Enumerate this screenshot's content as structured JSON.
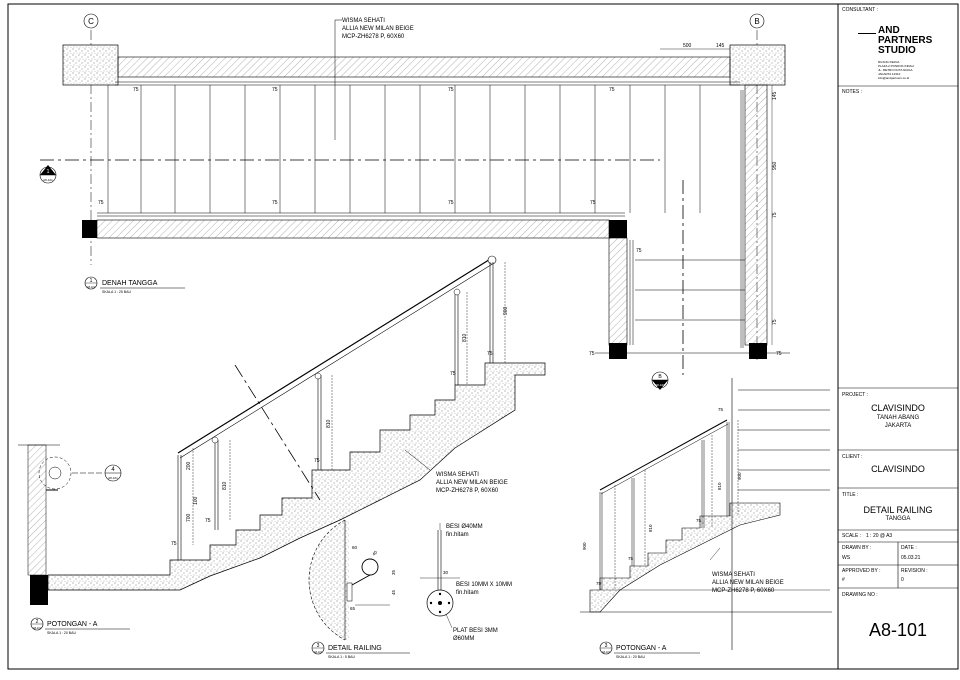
{
  "consultant": {
    "label": "CONSULTANT :",
    "logo_line1": "AND",
    "logo_line2": "PARTNERS",
    "logo_line3": "STUDIO",
    "address": [
      "RUANG KERJA",
      "PLAZA 2 PONDOK INDAH",
      "JL. METRO DUTA NIAGA",
      "JAKARTA 12310",
      "info@andpartners.co.id"
    ]
  },
  "notes_label": "NOTES :",
  "project": {
    "label": "PROJECT :",
    "name": "CLAVISINDO",
    "line2": "TANAH ABANG",
    "line3": "JAKARTA"
  },
  "client": {
    "label": "CLIENT :",
    "name": "CLAVISINDO"
  },
  "title": {
    "label": "TITLE :",
    "main": "DETAIL RAILING",
    "sub": "TANGGA"
  },
  "scale": {
    "label": "SCALE :",
    "value": "1 : 20 @ A3"
  },
  "drawn_by": {
    "label": "DRAWN BY :",
    "value": "WS"
  },
  "date": {
    "label": "DATE :",
    "value": "05.03.21"
  },
  "approved_by": {
    "label": "APPROVED BY :",
    "value": "#"
  },
  "revision": {
    "label": "REVISION :",
    "value": "0"
  },
  "drawing_no": {
    "label": "DRAWING NO :",
    "value": "A8-101"
  },
  "grid": {
    "c": "C",
    "b": "B"
  },
  "views": {
    "plan": {
      "num": "1",
      "title": "DENAH TANGGA",
      "scale": "SKALA 1 : 25 BAU",
      "ref": "A8-101"
    },
    "sectionA1": {
      "num": "2",
      "title": "POTONGAN - A",
      "scale": "SKALA 1 : 20 BAU",
      "ref": "A8-101"
    },
    "detail": {
      "num": "3",
      "title": "DETAIL RAILING",
      "scale": "SKALA 1 : 5 BAU",
      "ref": "A8-101"
    },
    "sectionA2": {
      "num": "3",
      "title": "POTONGAN - A",
      "scale": "SKALA 1 : 20 BAU",
      "ref": "A8-101"
    }
  },
  "markers": {
    "m1": {
      "num": "1",
      "ref": "A8-101"
    },
    "mB": {
      "num": "B",
      "ref": "A8-101"
    },
    "m4": {
      "num": "4",
      "ref": "A8-101"
    }
  },
  "notes": {
    "finish1": "WISMA SEHATI",
    "finish2": "ALLIA NEW MILAN BEIGE",
    "finish3": "MCP-ZH6278 P, 60X60",
    "besi40": "BESI Ø40MM",
    "fin1": "fin.hitam",
    "besi10": "BESI 10MM X 10MM",
    "fin2": "fin.hitam",
    "plat1": "PLAT BESI 3MM",
    "plat2": "Ø60MM"
  },
  "dims": {
    "d500": "500",
    "d145": "145",
    "d75": "75",
    "d950": "950",
    "d900": "900",
    "d810": "810",
    "d700": "700",
    "d200": "200",
    "d100": "100",
    "d60": "60",
    "d40": "40",
    "d65": "65",
    "d30": "30",
    "d35": "35",
    "d45": "45"
  }
}
